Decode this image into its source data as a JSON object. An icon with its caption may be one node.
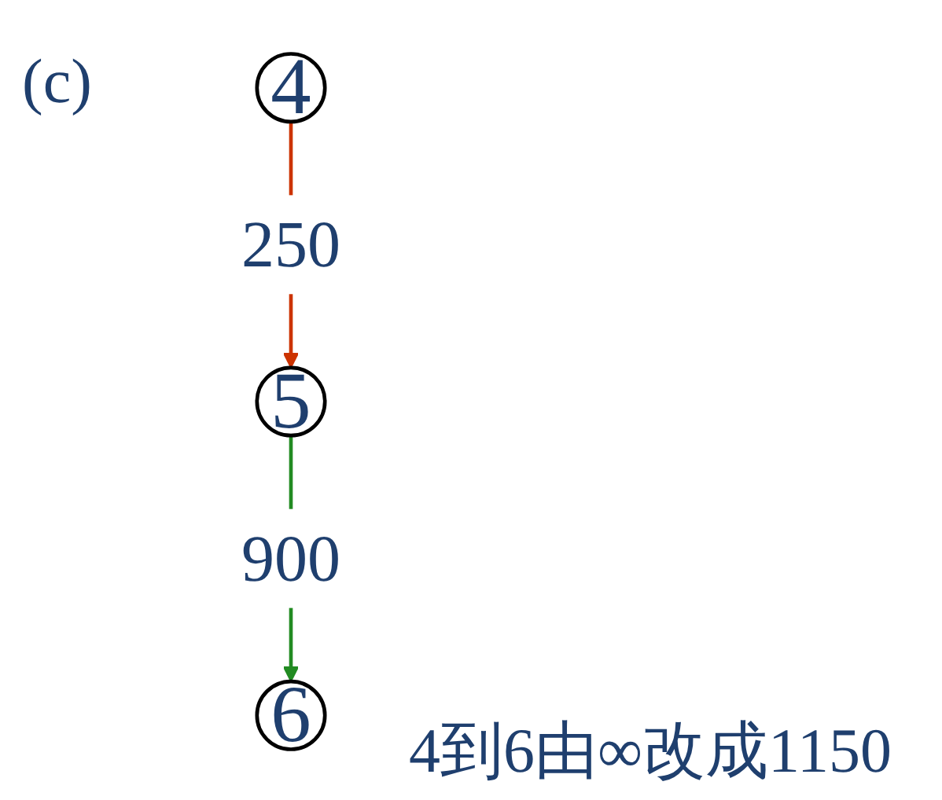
{
  "diagram": {
    "nodes": [
      {
        "text": [
          "4"
        ]
      },
      {
        "text": [
          "5"
        ]
      },
      {
        "text": [
          "6"
        ]
      }
    ],
    "edges": [
      {
        "from": 0,
        "to": 1,
        "arrow": "to",
        "label": "250",
        "color": "#cc3300"
      },
      {
        "from": 1,
        "to": 2,
        "arrow": "to",
        "label": "900",
        "color": "#228b22"
      }
    ],
    "labels": [
      "(c)",
      "4到6由∞改成1150"
    ]
  }
}
